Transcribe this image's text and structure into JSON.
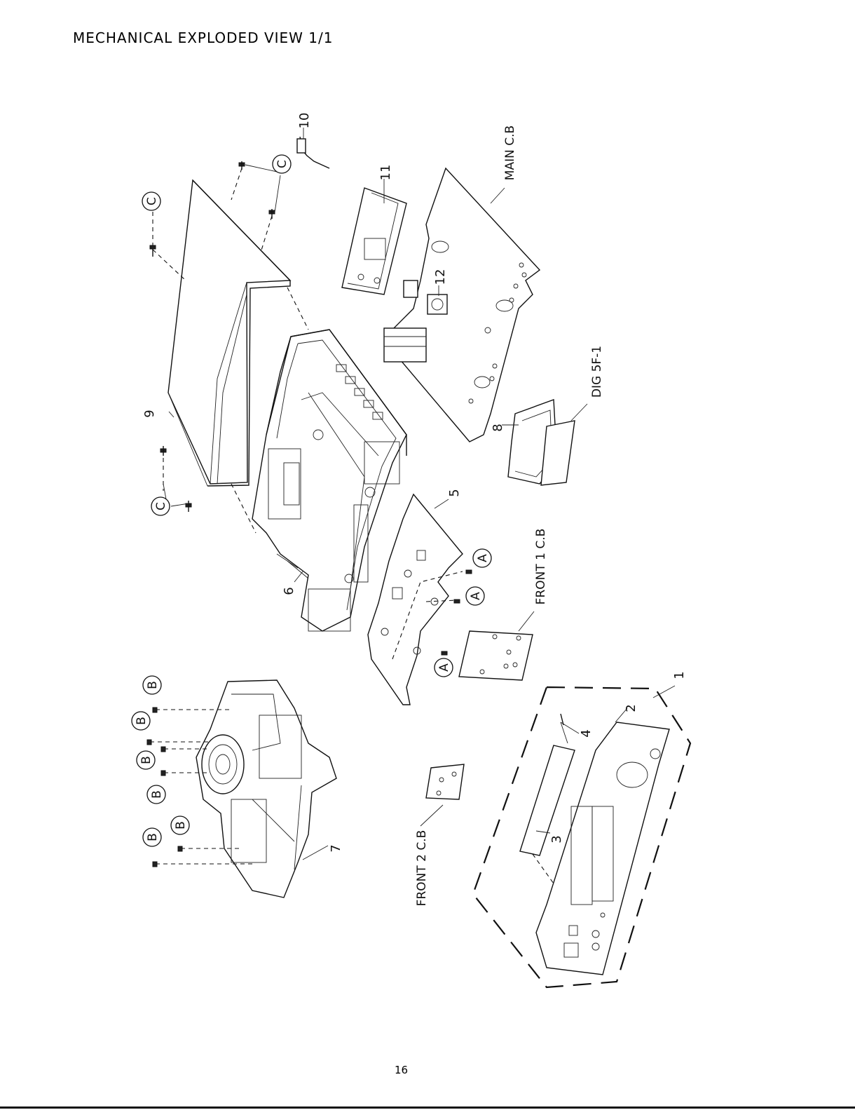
{
  "page": {
    "title": "MECHANICAL EXPLODED VIEW 1/1",
    "page_number": "16"
  },
  "callouts": {
    "p1": "1",
    "p2": "2",
    "p3": "3",
    "p4": "4",
    "p5": "5",
    "p6": "6",
    "p7": "7",
    "p8": "8",
    "p9": "9",
    "p10": "10",
    "p11": "11",
    "p12": "12"
  },
  "boards": {
    "main": "MAIN C.B",
    "dig": "DIG 5F-1",
    "front1": "FRONT 1 C.B",
    "front2": "FRONT 2 C.B"
  },
  "screw_markers": {
    "a": "A",
    "b": "B",
    "c": "C"
  }
}
